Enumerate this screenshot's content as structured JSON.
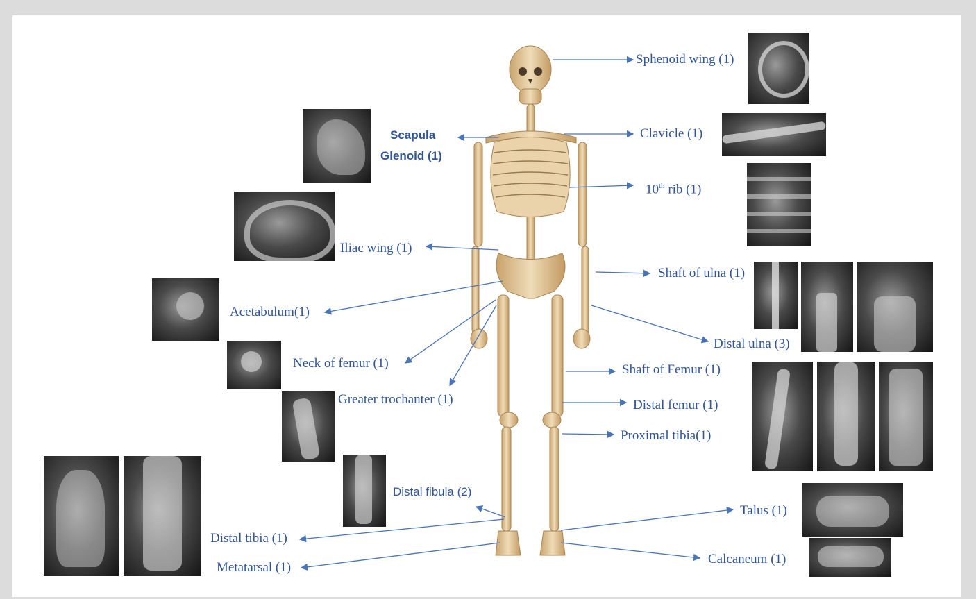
{
  "labels": {
    "sphenoid": "Sphenoid wing (1)",
    "scapula_line1": "Scapula",
    "scapula_line2": "Glenoid (1)",
    "clavicle": "Clavicle (1)",
    "rib": "10",
    "rib_sup": "th",
    "rib_rest": " rib (1)",
    "iliac": "Iliac wing (1)",
    "ulna_shaft": "Shaft of ulna (1)",
    "acetabulum": "Acetabulum(1)",
    "distal_ulna": "Distal ulna (3)",
    "neck_femur": "Neck of femur (1)",
    "shaft_femur": "Shaft of Femur (1)",
    "greater_trochanter": "Greater trochanter (1)",
    "distal_femur": "Distal femur (1)",
    "proximal_tibia": "Proximal tibia(1)",
    "distal_fibula": "Distal fibula (2)",
    "talus": "Talus (1)",
    "distal_tibia": "Distal tibia (1)",
    "calcaneum": "Calcaneum (1)",
    "metatarsal": "Metatarsal (1)"
  },
  "colors": {
    "label": "#2f5597",
    "arrow": "#4a74b8",
    "bone": "#e4c9a0",
    "bone_shadow": "#b8915e"
  }
}
